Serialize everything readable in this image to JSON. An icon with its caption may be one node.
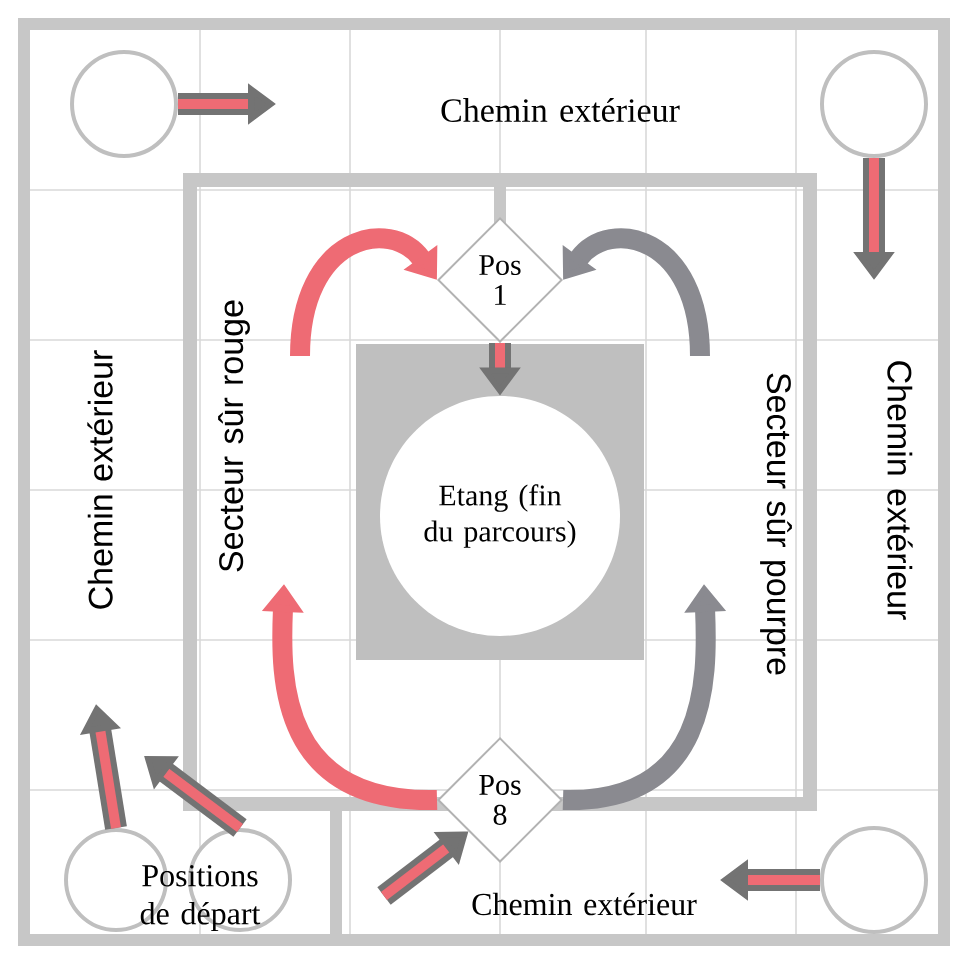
{
  "diagram": {
    "nodes": [
      {
        "text": [
          "Pos 1"
        ]
      },
      {
        "text": [
          "Pos 8"
        ]
      },
      {
        "text": [
          "Etang (fin du parcours)"
        ]
      },
      {
        "text": [],
        "shape": "circle"
      },
      {
        "text": [],
        "shape": "circle"
      },
      {
        "text": [],
        "shape": "circle"
      },
      {
        "text": [],
        "shape": "circle"
      },
      {
        "text": [],
        "shape": "circle"
      }
    ],
    "edges": [
      {
        "from": 3,
        "to": null,
        "arrow": "to"
      },
      {
        "from": 4,
        "to": null,
        "arrow": "to"
      },
      {
        "from": 5,
        "to": null,
        "arrow": "to"
      },
      {
        "from": 6,
        "to": null,
        "arrow": "to"
      },
      {
        "from": 7,
        "to": null,
        "arrow": "to"
      },
      {
        "from": null,
        "to": 1,
        "arrow": "to"
      },
      {
        "from": null,
        "to": 0,
        "arrow": "to",
        "color": "#ee6b74"
      },
      {
        "from": null,
        "to": 0,
        "arrow": "to",
        "color": "#8a8a90"
      },
      {
        "from": 0,
        "to": 2,
        "arrow": "to"
      },
      {
        "from": 1,
        "to": null,
        "arrow": "to",
        "color": "#ee6b74"
      },
      {
        "from": 1,
        "to": null,
        "arrow": "to",
        "color": "#8a8a90"
      }
    ],
    "labels": [
      "Chemin extérieur",
      "Chemin extérieur",
      "Secteur sûr rouge",
      "Secteur sûr pourpre",
      "Chemin extérieur",
      "Positions de départ",
      "Chemin extérieur"
    ]
  }
}
